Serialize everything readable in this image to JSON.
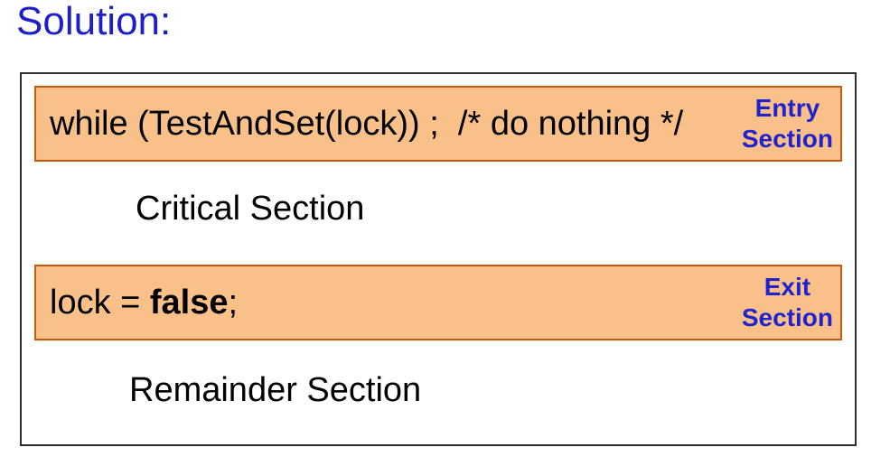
{
  "title": "Solution:",
  "diagram": {
    "entry_box": {
      "code": "while (TestAndSet(lock)) ;  /* do nothing */",
      "label_line1": "Entry",
      "label_line2": "Section"
    },
    "critical_section_label": "Critical Section",
    "exit_box": {
      "code_prefix": "lock = ",
      "code_bold": "false",
      "code_suffix": ";",
      "label_line1": "Exit",
      "label_line2": "Section"
    },
    "remainder_section_label": "Remainder Section"
  },
  "colors": {
    "title_blue": "#1F1FC8",
    "label_blue": "#2222CC",
    "box_fill": "#F9C189",
    "box_border": "#C55A11",
    "outer_border": "#2E2E2E",
    "text_black": "#000000",
    "background": "#FFFFFF"
  }
}
